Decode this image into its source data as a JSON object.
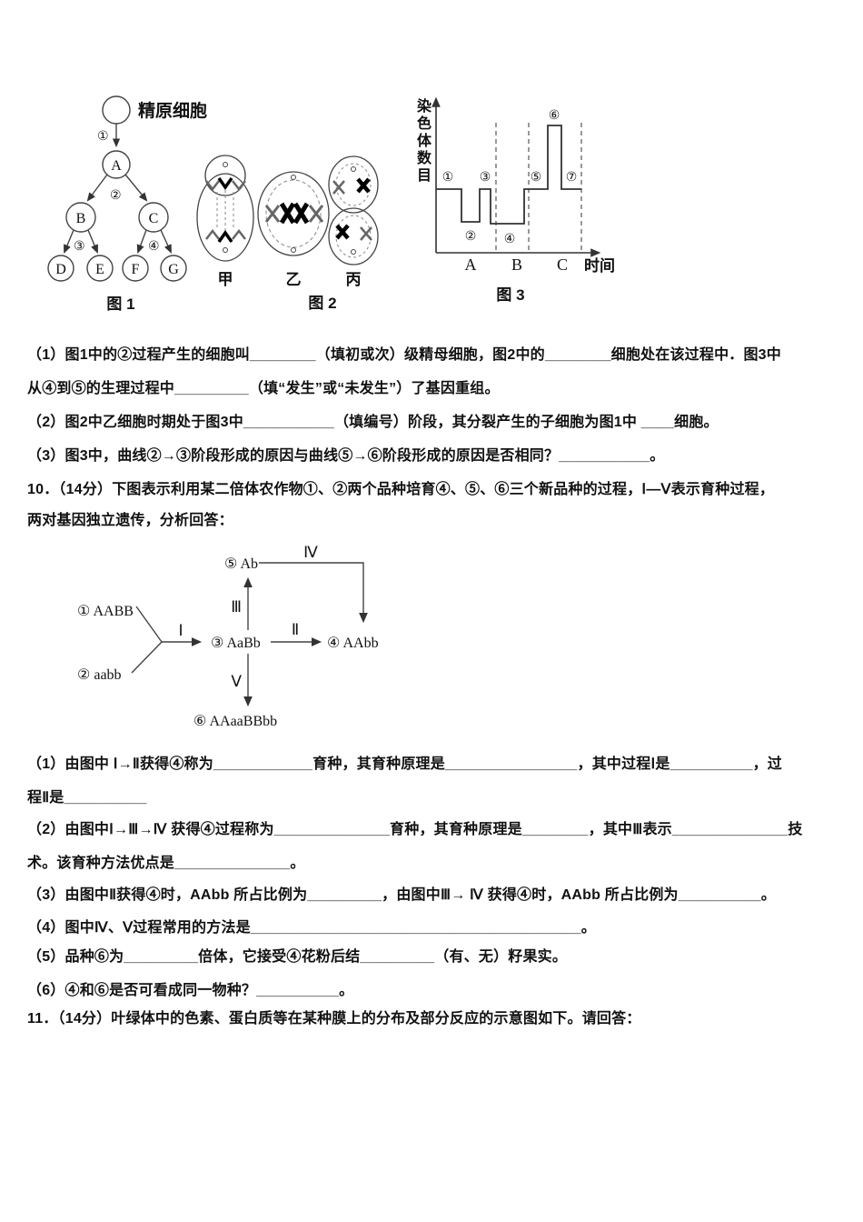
{
  "lines": [
    "（1）图1中的②过程产生的细胞叫________（填初或次）级精母细胞，图2中的________细胞处在该过程中．图3中",
    "从④到⑤的生理过程中_________（填“发生”或“未发生”）了基因重组。",
    "（2）图2中乙细胞时期处于图3中___________（填编号）阶段，其分裂产生的子细胞为图1中 ____细胞。",
    "（3）图3中，曲线②→③阶段形成的原因与曲线⑤→⑥阶段形成的原因是否相同？___________。",
    "10．（14分）下图表示利用某二倍体农作物①、②两个品种培育④、⑤、⑥三个新品种的过程，Ⅰ—Ⅴ表示育种过程，",
    "两对基因独立遗传，分析回答：",
    "（1）由图中 Ⅰ→Ⅱ获得④称为____________育种，其育种原理是________________，其中过程Ⅰ是__________，过",
    "程Ⅱ是__________",
    "（2）由图中Ⅰ→Ⅲ→Ⅳ 获得④过程称为______________育种，其育种原理是________，其中Ⅲ表示______________技",
    "术。该育种方法优点是______________。",
    "（3）由图中Ⅱ获得④时，AAbb 所占比例为_________，由图中Ⅲ→ Ⅳ 获得④时，AAbb 所占比例为__________。",
    "（4）图中Ⅳ、Ⅴ过程常用的方法是________________________________________。",
    "（5）品种⑥为_________倍体，它接受④花粉后结_________（有、无）籽果实。",
    "（6）④和⑥是否可看成同一物种？__________。",
    "11．（14分）叶绿体中的色素、蛋白质等在某种膜上的分布及部分反应的示意图如下。请回答："
  ],
  "figure1": {
    "top_label": "精原细胞",
    "nodes": [
      "A",
      "B",
      "C",
      "D",
      "E",
      "F",
      "G"
    ],
    "steps": [
      "①",
      "②",
      "③",
      "④"
    ],
    "caption": "图 1"
  },
  "figure2": {
    "cell_labels": [
      "甲",
      "乙",
      "丙"
    ],
    "caption": "图 2"
  },
  "chart_data": {
    "type": "line",
    "title": "图 3",
    "xlabel": "时间",
    "ylabel": "染色体数目",
    "x_phases": [
      "A",
      "B",
      "C"
    ],
    "grid": "dashed vertical separators between phases",
    "legend": "none",
    "segments": [
      {
        "label": "①",
        "phase": "A",
        "relative_level": 2
      },
      {
        "label": "②",
        "phase": "A",
        "relative_level": 1
      },
      {
        "label": "③",
        "phase": "A",
        "relative_level": 2
      },
      {
        "label": "④",
        "phase": "B",
        "relative_level": 1
      },
      {
        "label": "⑤",
        "phase": "C",
        "relative_level": 2
      },
      {
        "label": "⑥",
        "phase": "C",
        "relative_level": 4
      },
      {
        "label": "⑦",
        "phase": "C",
        "relative_level": 2
      }
    ]
  },
  "breeding": {
    "parent1": "① AABB",
    "parent2": "② aabb",
    "f1": "③ AaBb",
    "product4": "④ AAbb",
    "gamete": "⑤ Ab",
    "polyploid": "⑥ AAaaBBbb",
    "processes": [
      "Ⅰ",
      "Ⅱ",
      "Ⅲ",
      "Ⅳ",
      "Ⅴ"
    ]
  }
}
